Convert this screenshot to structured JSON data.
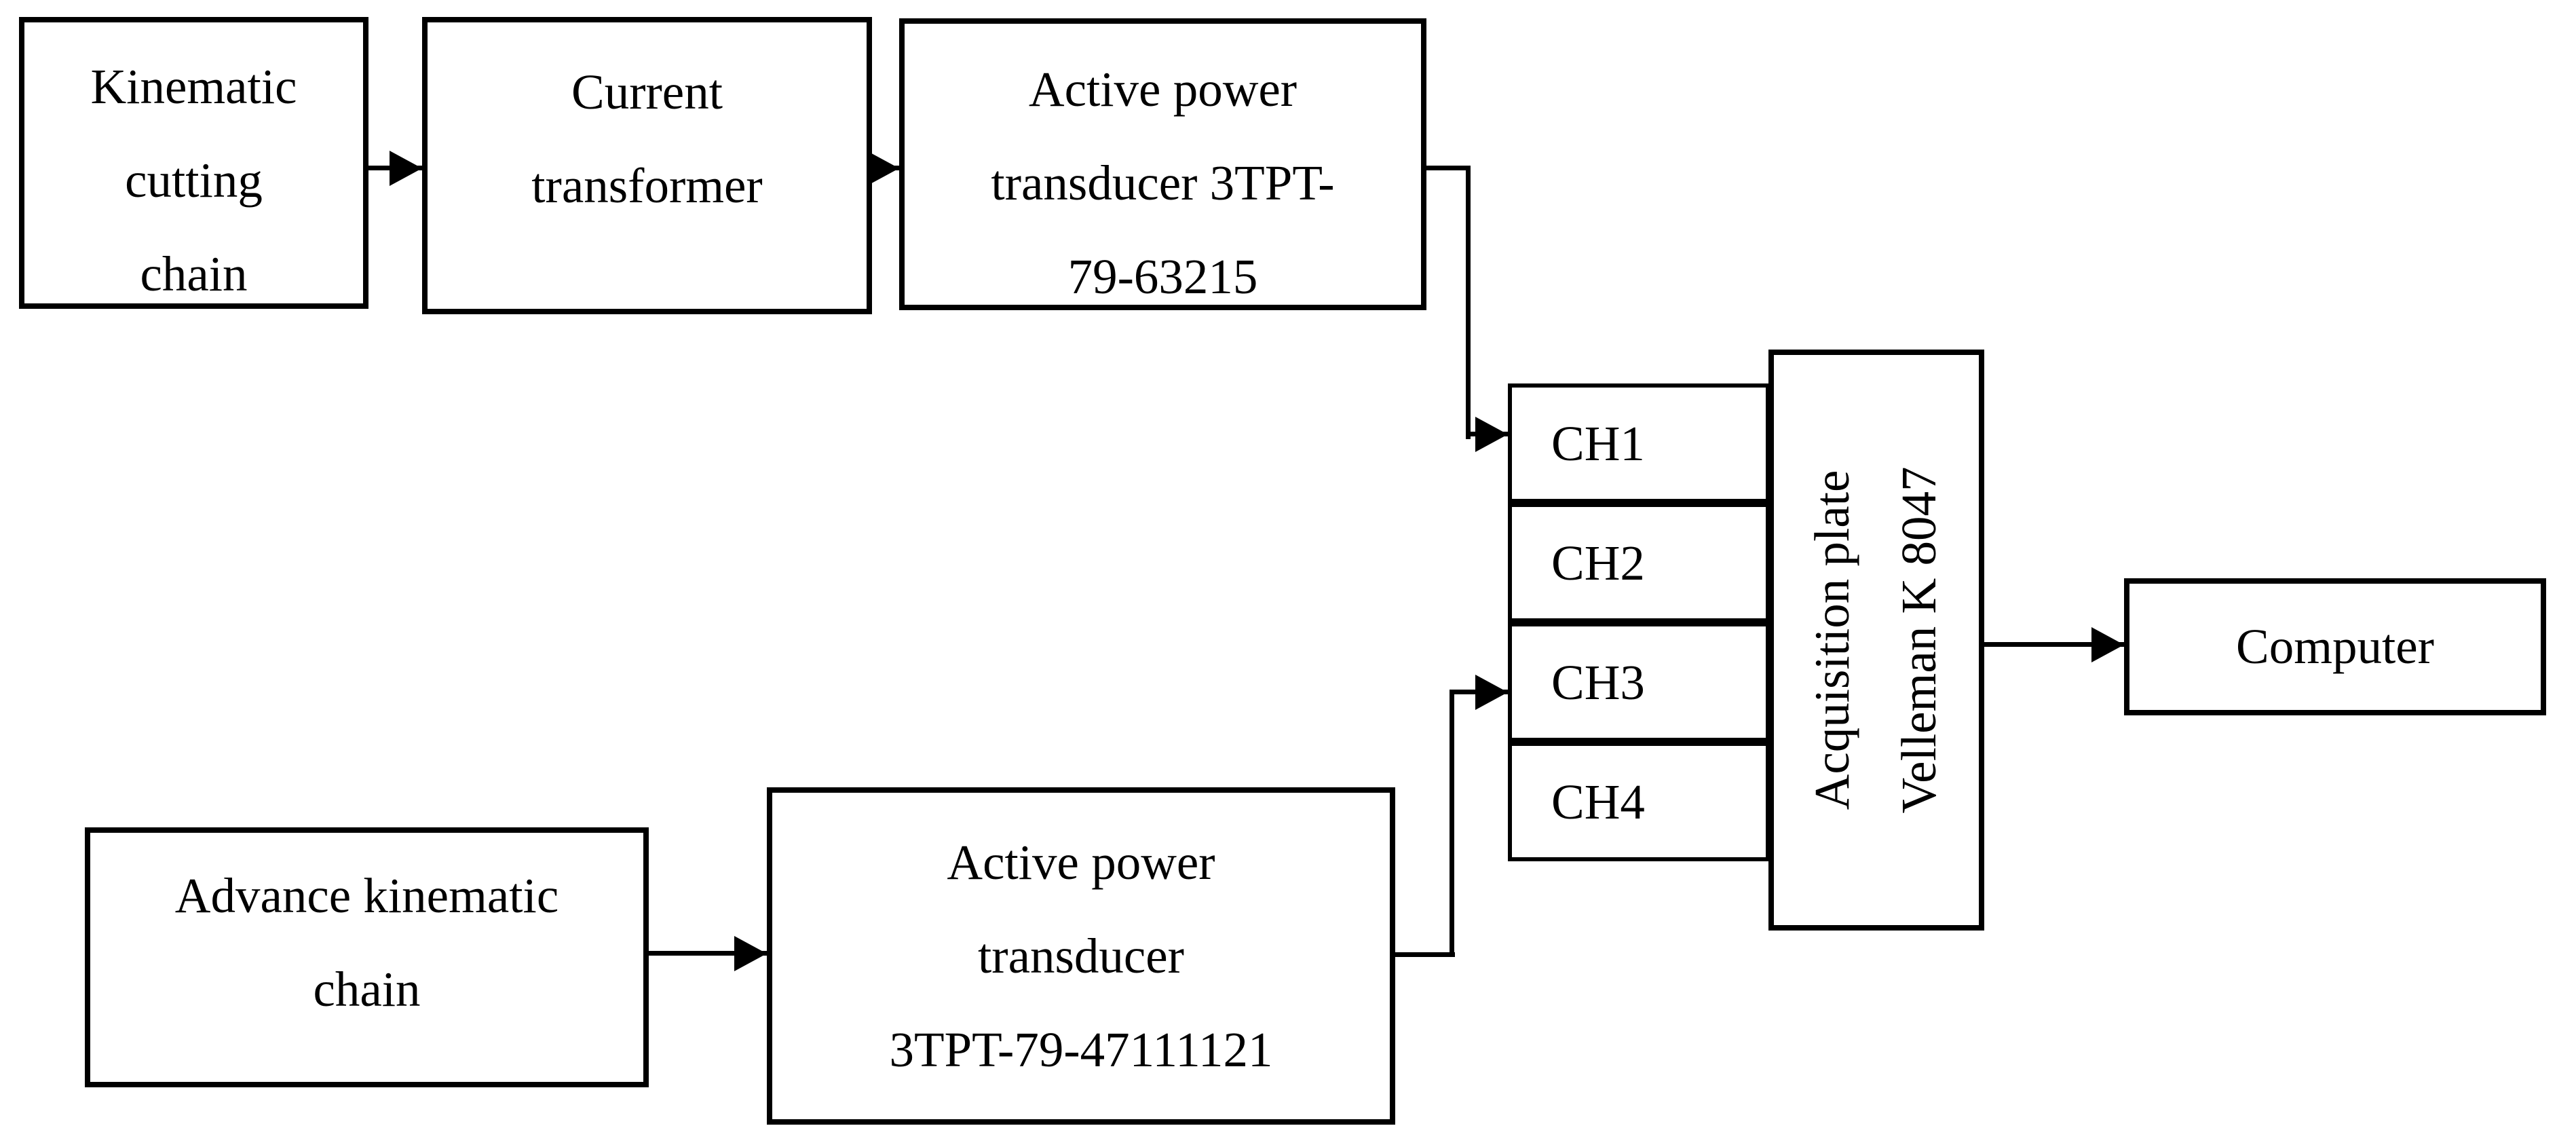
{
  "colors": {
    "background": "#ffffff",
    "line": "#000000",
    "text": "#000000"
  },
  "boxes": {
    "kinematic": {
      "line1": "Kinematic",
      "line2": "cutting",
      "line3": "chain"
    },
    "current": {
      "line1": "Current",
      "line2": "transformer"
    },
    "transducer1": {
      "line1": "Active power",
      "line2": "transducer 3TPT-",
      "line3": "79-63215"
    },
    "advance": {
      "line1": "Advance kinematic",
      "line2": "chain"
    },
    "transducer2": {
      "line1": "Active power",
      "line2": "transducer",
      "line3": "3TPT-79-47111121"
    },
    "plate": {
      "line1": "Acquisition plate",
      "line2": "Velleman K 8047"
    },
    "computer": {
      "label": "Computer"
    }
  },
  "channels": {
    "ch1": "CH1",
    "ch2": "CH2",
    "ch3": "CH3",
    "ch4": "CH4"
  }
}
